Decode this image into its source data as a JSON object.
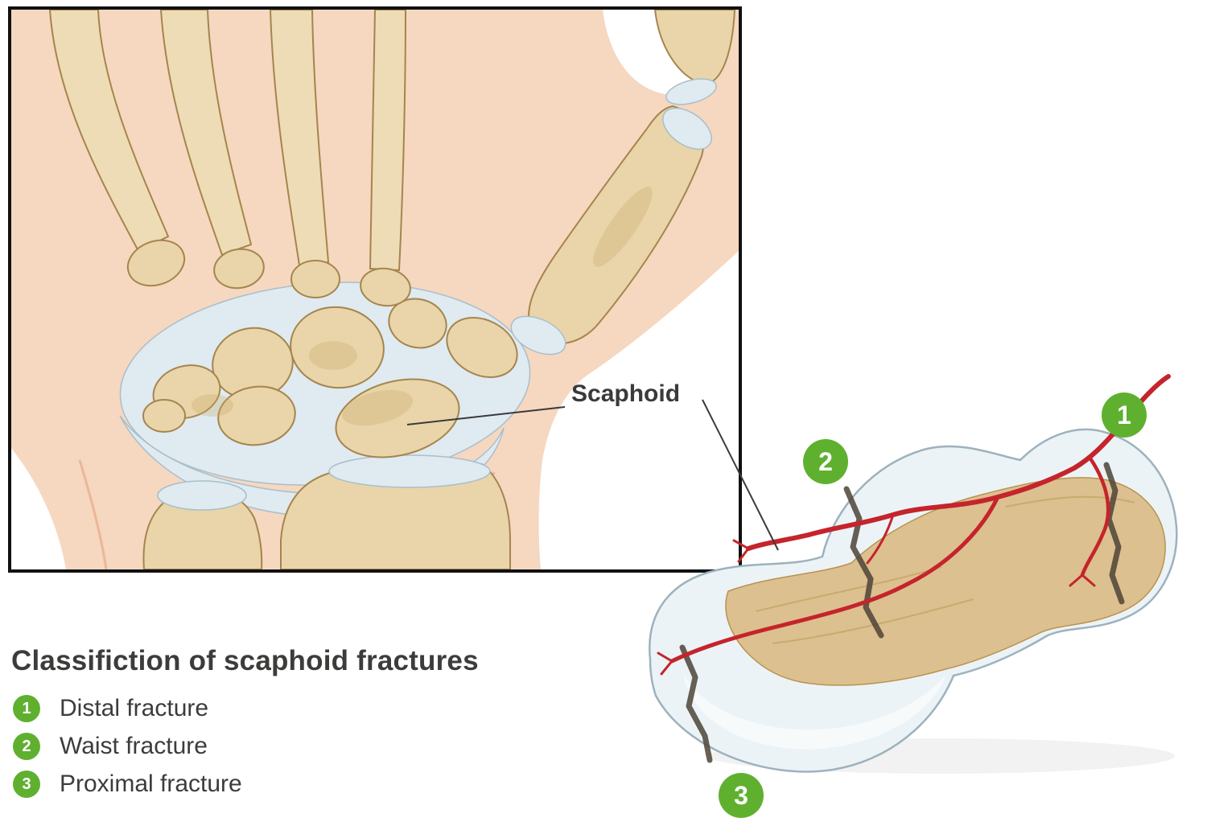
{
  "title": "Classifiction of scaphoid fractures",
  "inset": {
    "label": "Scaphoid"
  },
  "legend": {
    "items": [
      {
        "num": "1",
        "label": "Distal fracture"
      },
      {
        "num": "2",
        "label": "Waist fracture"
      },
      {
        "num": "3",
        "label": "Proximal fracture"
      }
    ]
  },
  "colors": {
    "skin": "#f6d7c0",
    "bone": "#e9d5a9",
    "bone-shade": "#c9a968",
    "bone-outline": "#a5854d",
    "cartilage": "#dfeaf1",
    "cartilage-edge": "#a9bfca",
    "artery": "#c5242c",
    "fracture": "#4d4337",
    "marker-green": "#5fb02f",
    "text": "#3c3c3b",
    "frame": "#111111"
  }
}
